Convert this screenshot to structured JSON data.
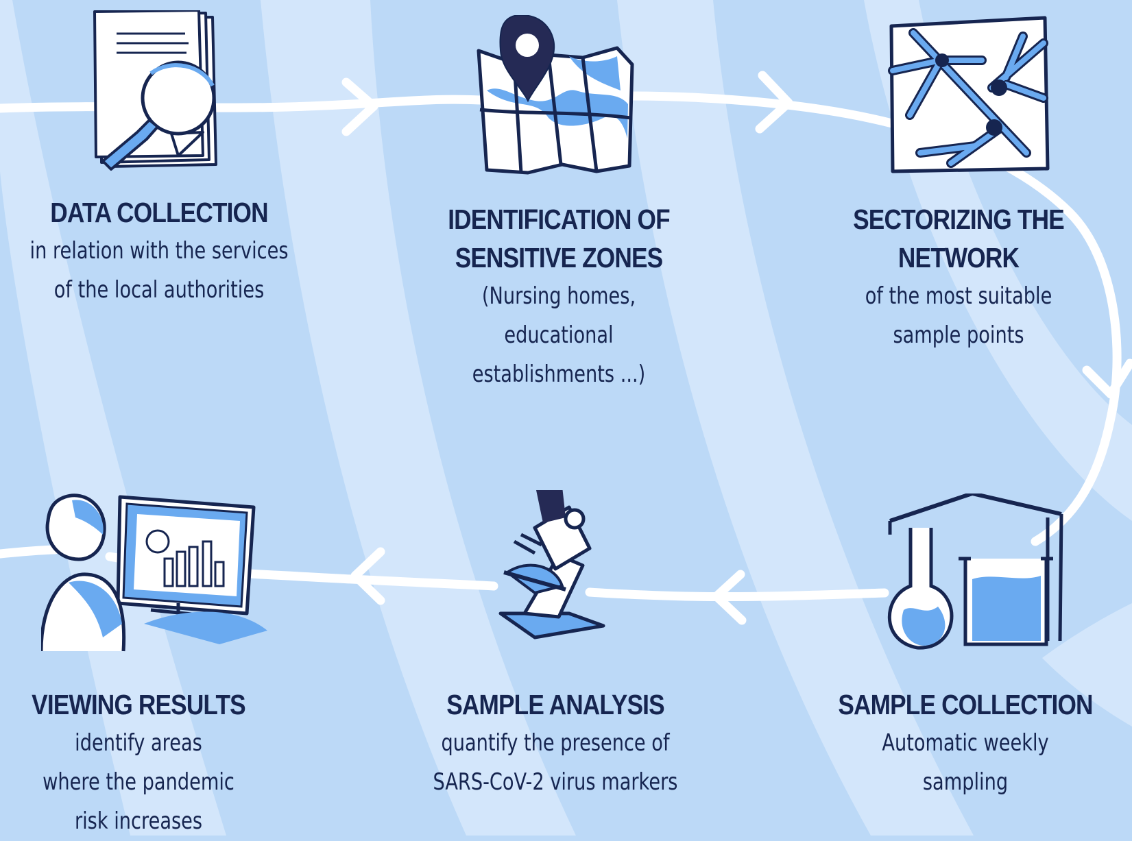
{
  "steps": [
    {
      "title": "DATA COLLECTION",
      "description": "in relation with the services\nof the local authorities",
      "icon": "document-magnifier-icon"
    },
    {
      "title": "IDENTIFICATION OF\nSENSITIVE ZONES",
      "description": "(Nursing homes, educational\nestablishments ...)",
      "icon": "map-pin-icon"
    },
    {
      "title": "SECTORIZING THE\nNETWORK",
      "description": "of the most suitable\nsample points",
      "icon": "pipe-network-icon"
    },
    {
      "title": "SAMPLE COLLECTION",
      "description": "Automatic weekly\nsampling",
      "icon": "lab-flasks-icon"
    },
    {
      "title": "SAMPLE ANALYSIS",
      "description": "quantify the presence of\nSARS-CoV-2 virus markers",
      "icon": "microscope-icon"
    },
    {
      "title": "VIEWING RESULTS",
      "description": "identify areas\nwhere the pandemic\nrisk increases",
      "icon": "person-monitor-icon"
    }
  ],
  "colors": {
    "background": "#bcd9f7",
    "stripe_light": "#d3e6fb",
    "ink": "#162550",
    "accent": "#6aaaf0",
    "path": "#ffffff"
  }
}
